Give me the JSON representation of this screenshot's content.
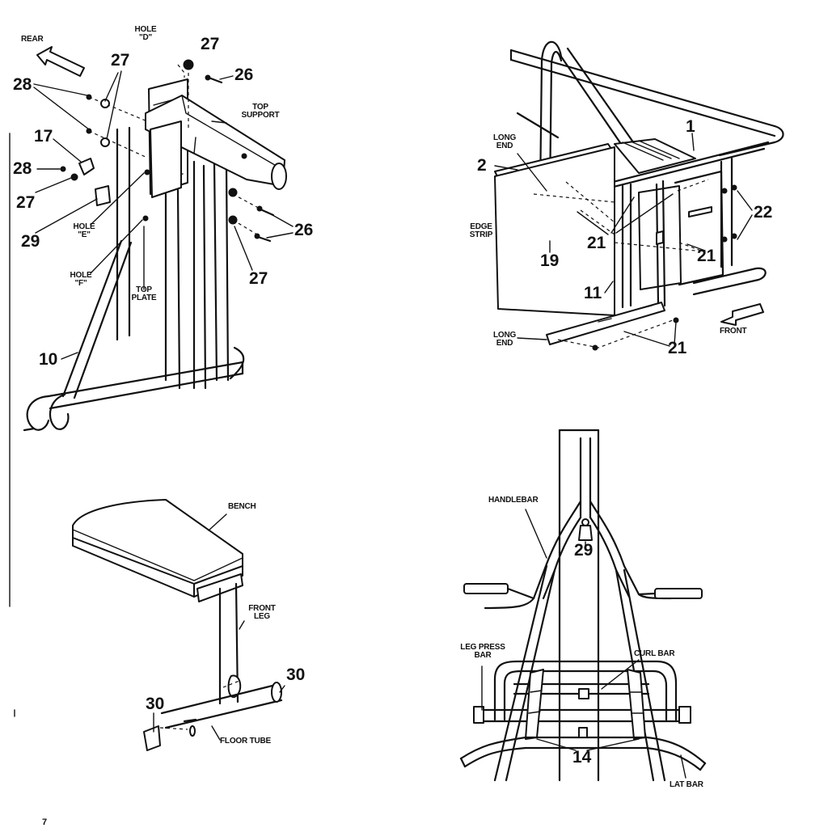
{
  "page_number": "7",
  "panels": {
    "top_left": {
      "labels": {
        "rear": "REAR",
        "hole_d": "HOLE\n\"D\"",
        "top_support": "TOP\nSUPPORT",
        "hole_e": "HOLE\n\"E\"",
        "hole_f": "HOLE\n\"F\"",
        "top_plate": "TOP\nPLATE"
      },
      "callouts": {
        "n27a": "27",
        "n27b": "27",
        "n26a": "26",
        "n28a": "28",
        "n17": "17",
        "n28b": "28",
        "n27c": "27",
        "n29": "29",
        "n26b": "26",
        "n27d": "27",
        "n10": "10"
      }
    },
    "top_right": {
      "labels": {
        "long_end_top": "LONG\nEND",
        "edge_strip": "EDGE\nSTRIP",
        "long_end_bottom": "LONG\nEND",
        "front": "FRONT"
      },
      "callouts": {
        "n1": "1",
        "n2": "2",
        "n22": "22",
        "n21a": "21",
        "n21b": "21",
        "n19": "19",
        "n11": "11",
        "n21c": "21"
      }
    },
    "bottom_left": {
      "labels": {
        "bench": "BENCH",
        "front_leg": "FRONT\nLEG",
        "floor_tube": "FLOOR TUBE"
      },
      "callouts": {
        "n30a": "30",
        "n30b": "30"
      }
    },
    "bottom_right": {
      "labels": {
        "handlebar": "HANDLEBAR",
        "leg_press_bar": "LEG PRESS\nBAR",
        "curl_bar": "CURL BAR",
        "lat_bar": "LAT BAR"
      },
      "callouts": {
        "n29": "29",
        "n14": "14"
      }
    }
  }
}
